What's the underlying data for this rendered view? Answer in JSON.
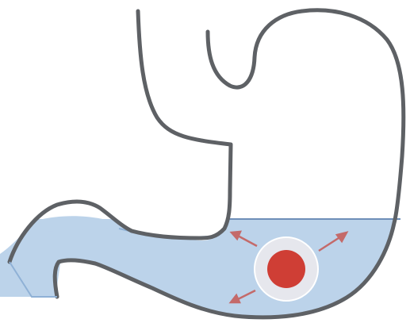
{
  "colors": {
    "background": "#ffffff",
    "outline": "#5e6165",
    "fluid_fill": "#bcd3ea",
    "fluid_line": "#8fb1d6",
    "tablet": "#cf3e35",
    "tablet_halo": "#f4eeee",
    "arrow": "#c46a6a"
  },
  "elements": {
    "stomach": "stomach-outline",
    "fluid": "gastric-fluid",
    "tablet": "dissolving-tablet",
    "arrows": [
      "arrow-up-left",
      "arrow-up-right",
      "arrow-down-left"
    ]
  }
}
